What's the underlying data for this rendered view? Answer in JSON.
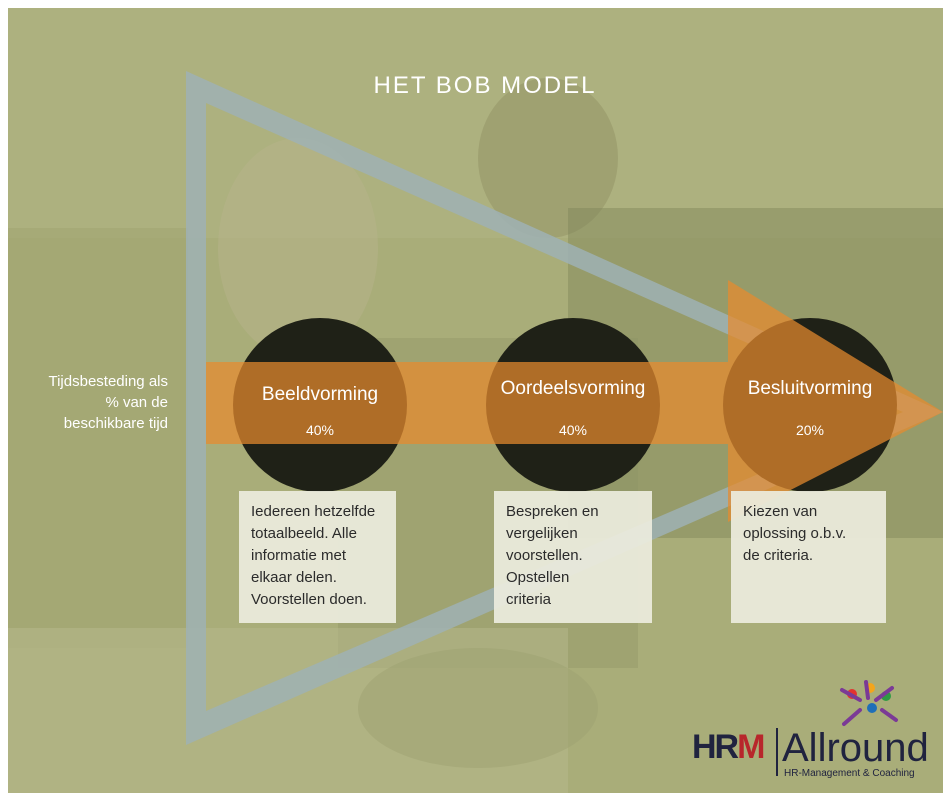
{
  "title": "HET BOB MODEL",
  "side_label": {
    "line1": "Tijdsbesteding als",
    "line2": "% van de",
    "line3": "beschikbare tijd"
  },
  "stages": [
    {
      "name": "Beeldvorming",
      "percent": "40%",
      "description": [
        "Iedereen hetzelfde",
        "totaalbeeld. Alle",
        "informatie met",
        "elkaar delen.",
        "Voorstellen doen."
      ]
    },
    {
      "name": "Oordeelsvorming",
      "percent": "40%",
      "description": [
        "Bespreken en",
        "vergelijken",
        "voorstellen.",
        "Opstellen",
        "criteria"
      ]
    },
    {
      "name": "Besluitvorming",
      "percent": "20%",
      "description": [
        "Kiezen van",
        "oplossing o.b.v.",
        "de criteria."
      ]
    }
  ],
  "logo": {
    "hrm_text": "HR",
    "hrm_m": "M",
    "allround": "Allround",
    "subtitle": "HR-Management & Coaching"
  },
  "colors": {
    "background": "#a9ad79",
    "triangle": "#9fb1b4",
    "circle": "#1f2117",
    "arrow": "#e88a2e",
    "note_box": "#ecece0"
  }
}
